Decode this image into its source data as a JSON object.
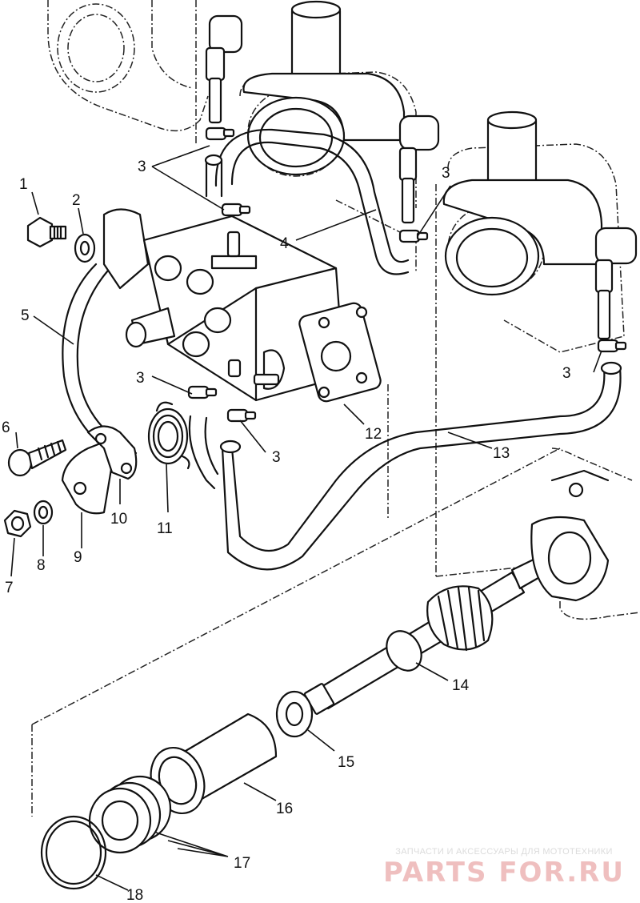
{
  "callouts": [
    {
      "id": "callout-1",
      "label": "1"
    },
    {
      "id": "callout-2",
      "label": "2"
    },
    {
      "id": "callout-3a",
      "label": "3"
    },
    {
      "id": "callout-3b",
      "label": "3"
    },
    {
      "id": "callout-3c",
      "label": "3"
    },
    {
      "id": "callout-3d",
      "label": "3"
    },
    {
      "id": "callout-3e",
      "label": "3"
    },
    {
      "id": "callout-4",
      "label": "4"
    },
    {
      "id": "callout-5",
      "label": "5"
    },
    {
      "id": "callout-6",
      "label": "6"
    },
    {
      "id": "callout-7",
      "label": "7"
    },
    {
      "id": "callout-8",
      "label": "8"
    },
    {
      "id": "callout-9",
      "label": "9"
    },
    {
      "id": "callout-10",
      "label": "10"
    },
    {
      "id": "callout-11",
      "label": "11"
    },
    {
      "id": "callout-12",
      "label": "12"
    },
    {
      "id": "callout-13",
      "label": "13"
    },
    {
      "id": "callout-14",
      "label": "14"
    },
    {
      "id": "callout-15",
      "label": "15"
    },
    {
      "id": "callout-16",
      "label": "16"
    },
    {
      "id": "callout-17",
      "label": "17"
    },
    {
      "id": "callout-18",
      "label": "18"
    }
  ],
  "watermark": {
    "caption": "ЗАПЧАСТИ И АКСЕССУАРЫ ДЛЯ МОТОТЕХНИКИ",
    "brand": "PARTS FOR.RU"
  }
}
